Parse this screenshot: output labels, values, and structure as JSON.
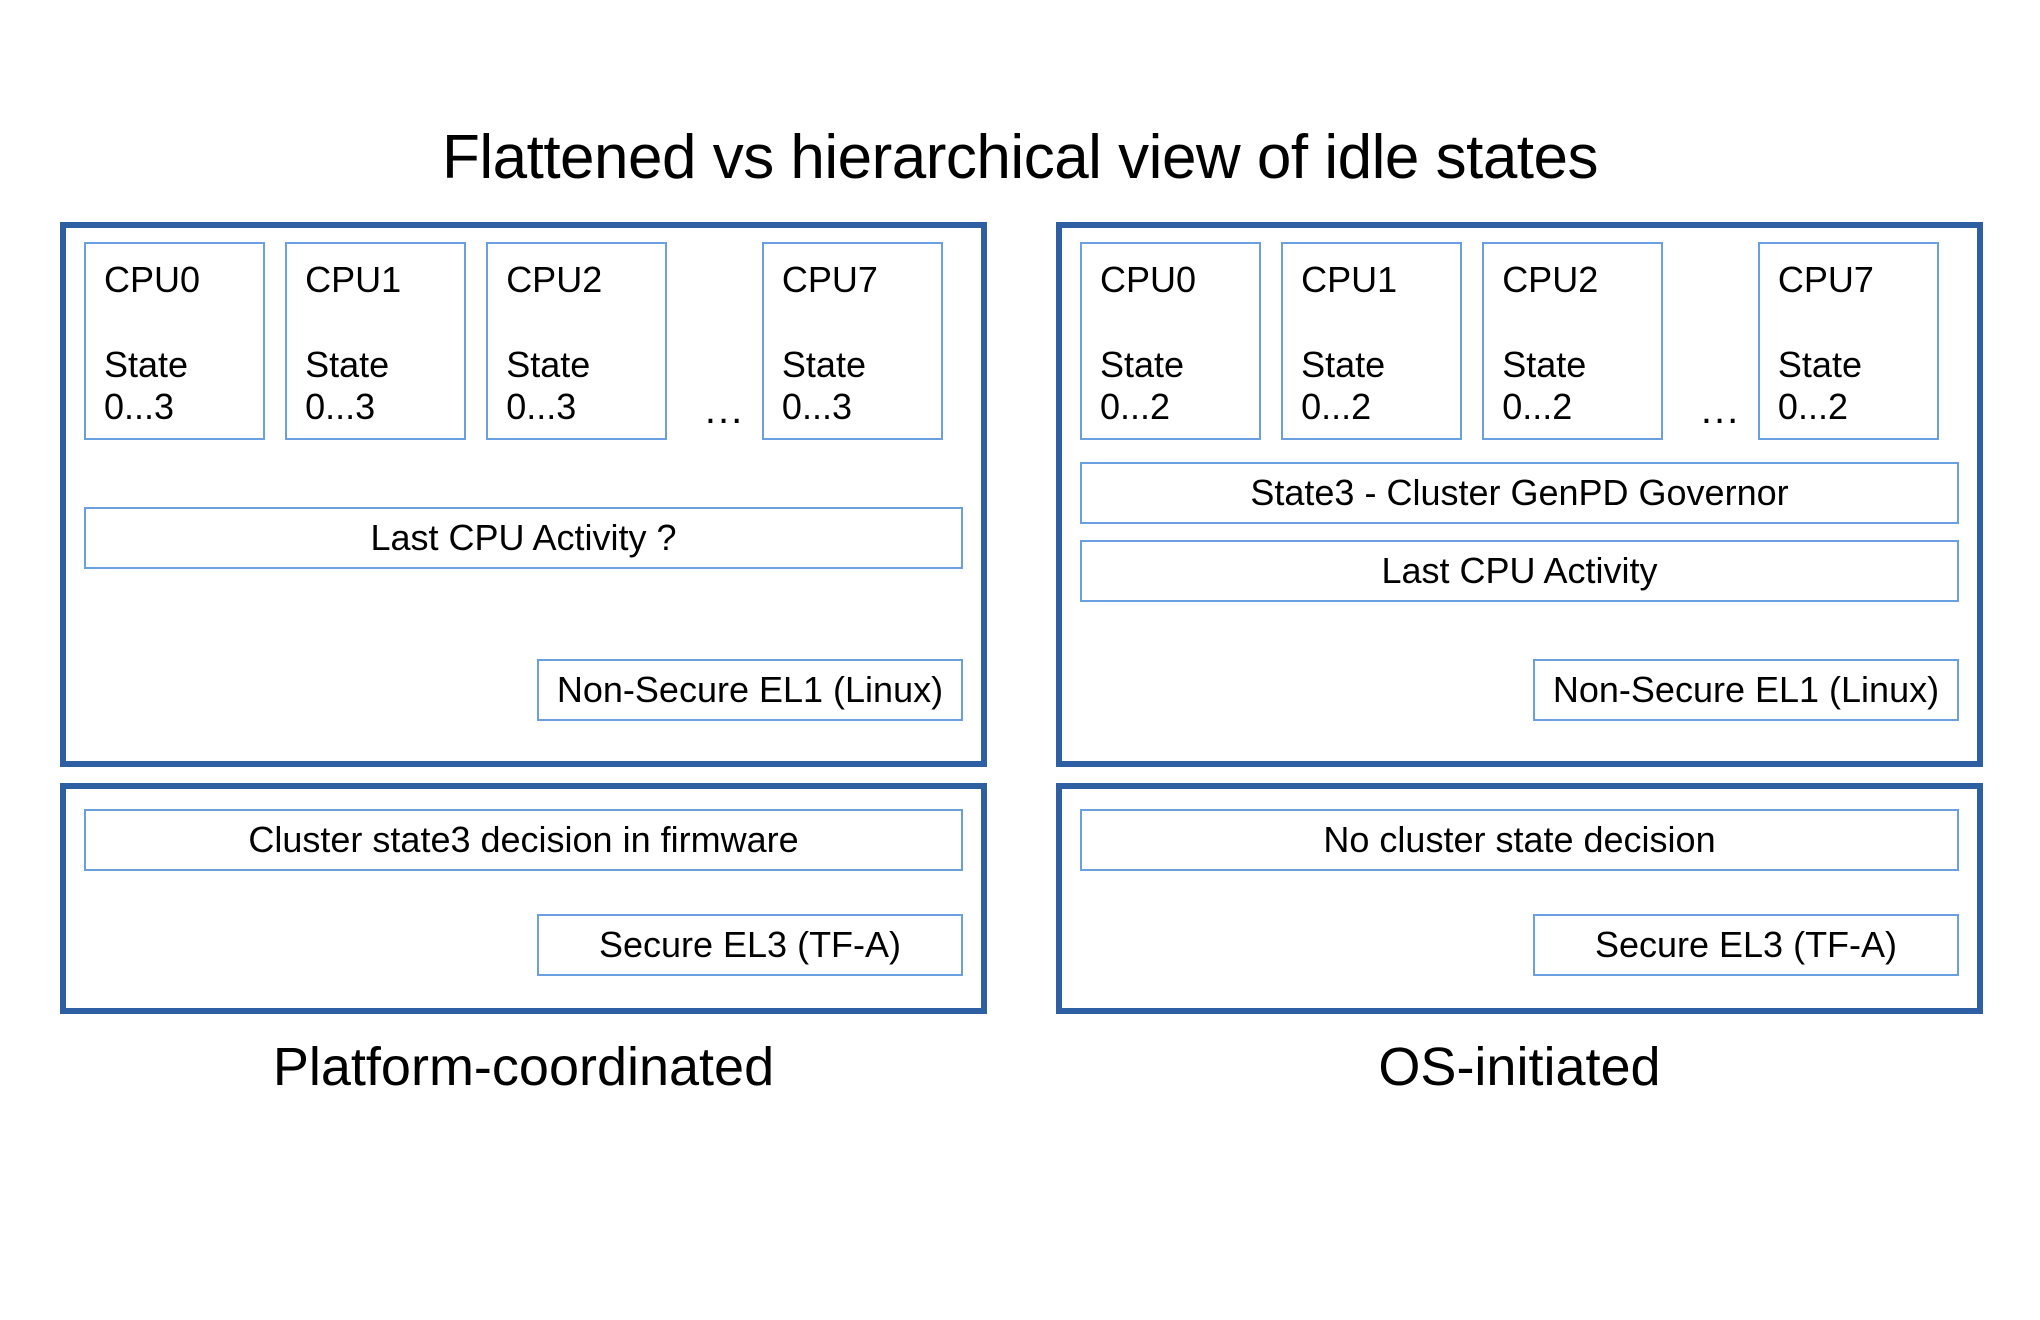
{
  "title": "Flattened vs hierarchical view of idle states",
  "colors": {
    "panel_border": "#2e5fa3",
    "box_border": "#6a9fe0",
    "background": "#ffffff",
    "text": "#000000"
  },
  "columns": [
    {
      "id": "platform-coordinated",
      "caption": "Platform-coordinated",
      "os_panel": {
        "cpus": [
          {
            "name": "CPU0",
            "state_label": "State",
            "state_range": "0...3"
          },
          {
            "name": "CPU1",
            "state_label": "State",
            "state_range": "0...3"
          },
          {
            "name": "CPU2",
            "state_label": "State",
            "state_range": "0...3"
          },
          {
            "name": "CPU7",
            "state_label": "State",
            "state_range": "0...3"
          }
        ],
        "ellipsis": "...",
        "governor_bar": null,
        "activity_bar": "Last CPU Activity ?",
        "level_label": "Non-Secure EL1 (Linux)"
      },
      "fw_panel": {
        "decision_bar": "Cluster state3 decision in firmware",
        "level_label": "Secure EL3 (TF-A)"
      }
    },
    {
      "id": "os-initiated",
      "caption": "OS-initiated",
      "os_panel": {
        "cpus": [
          {
            "name": "CPU0",
            "state_label": "State",
            "state_range": "0...2"
          },
          {
            "name": "CPU1",
            "state_label": "State",
            "state_range": "0...2"
          },
          {
            "name": "CPU2",
            "state_label": "State",
            "state_range": "0...2"
          },
          {
            "name": "CPU7",
            "state_label": "State",
            "state_range": "0...2"
          }
        ],
        "ellipsis": "...",
        "governor_bar": "State3 - Cluster GenPD Governor",
        "activity_bar": "Last CPU Activity",
        "level_label": "Non-Secure EL1 (Linux)"
      },
      "fw_panel": {
        "decision_bar": "No cluster state decision",
        "level_label": "Secure EL3 (TF-A)"
      }
    }
  ]
}
